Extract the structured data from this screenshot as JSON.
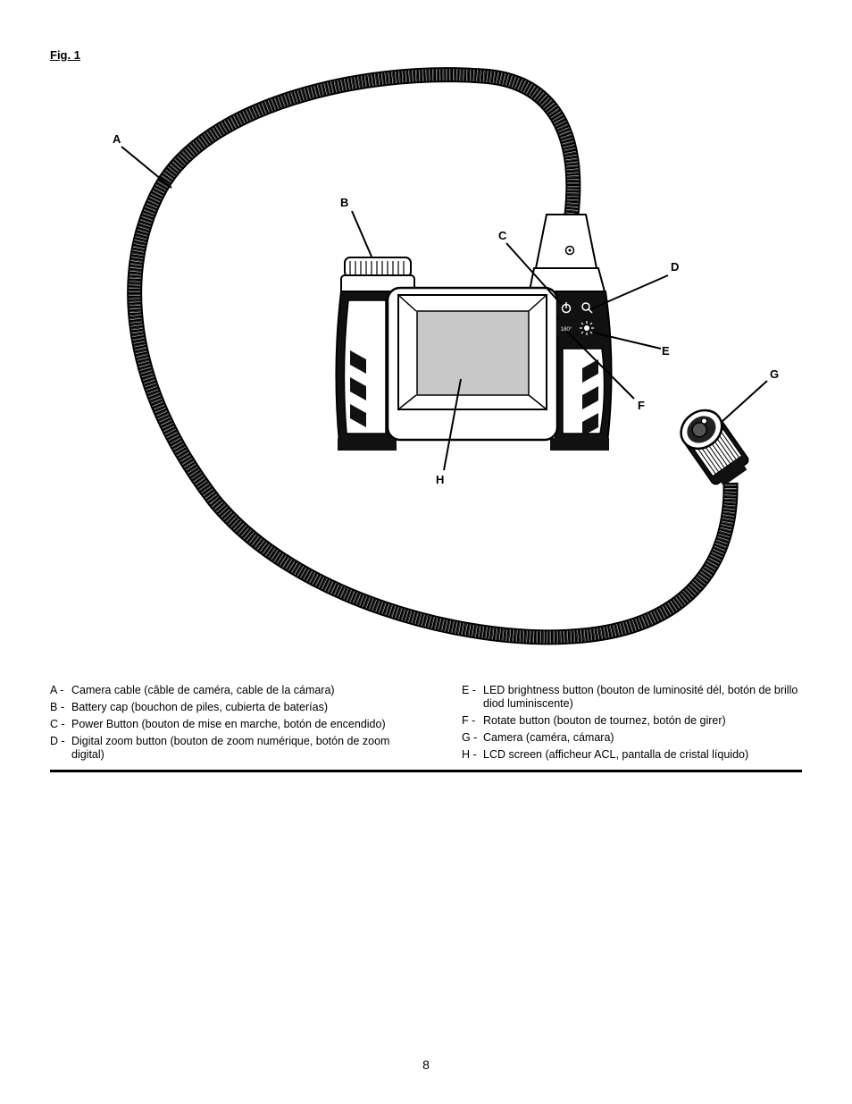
{
  "figure": {
    "title": "Fig. 1",
    "callouts": [
      "A",
      "B",
      "C",
      "D",
      "E",
      "F",
      "G",
      "H"
    ],
    "button_rotate_label": "180°"
  },
  "legend": {
    "left": [
      {
        "letter": "A",
        "text": "Camera cable (câble de caméra, cable de la cámara)"
      },
      {
        "letter": "B",
        "text": "Battery cap (bouchon de piles, cubierta de baterías)"
      },
      {
        "letter": "C",
        "text": "Power Button (bouton de mise en marche, botón de encendido)"
      },
      {
        "letter": "D",
        "text": "Digital zoom button (bouton de zoom numérique, botón de zoom digital)"
      }
    ],
    "right": [
      {
        "letter": "E",
        "text": "LED brightness button (bouton de luminosité dél, botón de brillo diod luminiscente)"
      },
      {
        "letter": "F",
        "text": "Rotate button (bouton de tournez, botón de girer)"
      },
      {
        "letter": "G",
        "text": "Camera (caméra, cámara)"
      },
      {
        "letter": "H",
        "text": "LCD screen (afficheur ACL, pantalla de cristal líquido)"
      }
    ]
  },
  "page_number": "8"
}
